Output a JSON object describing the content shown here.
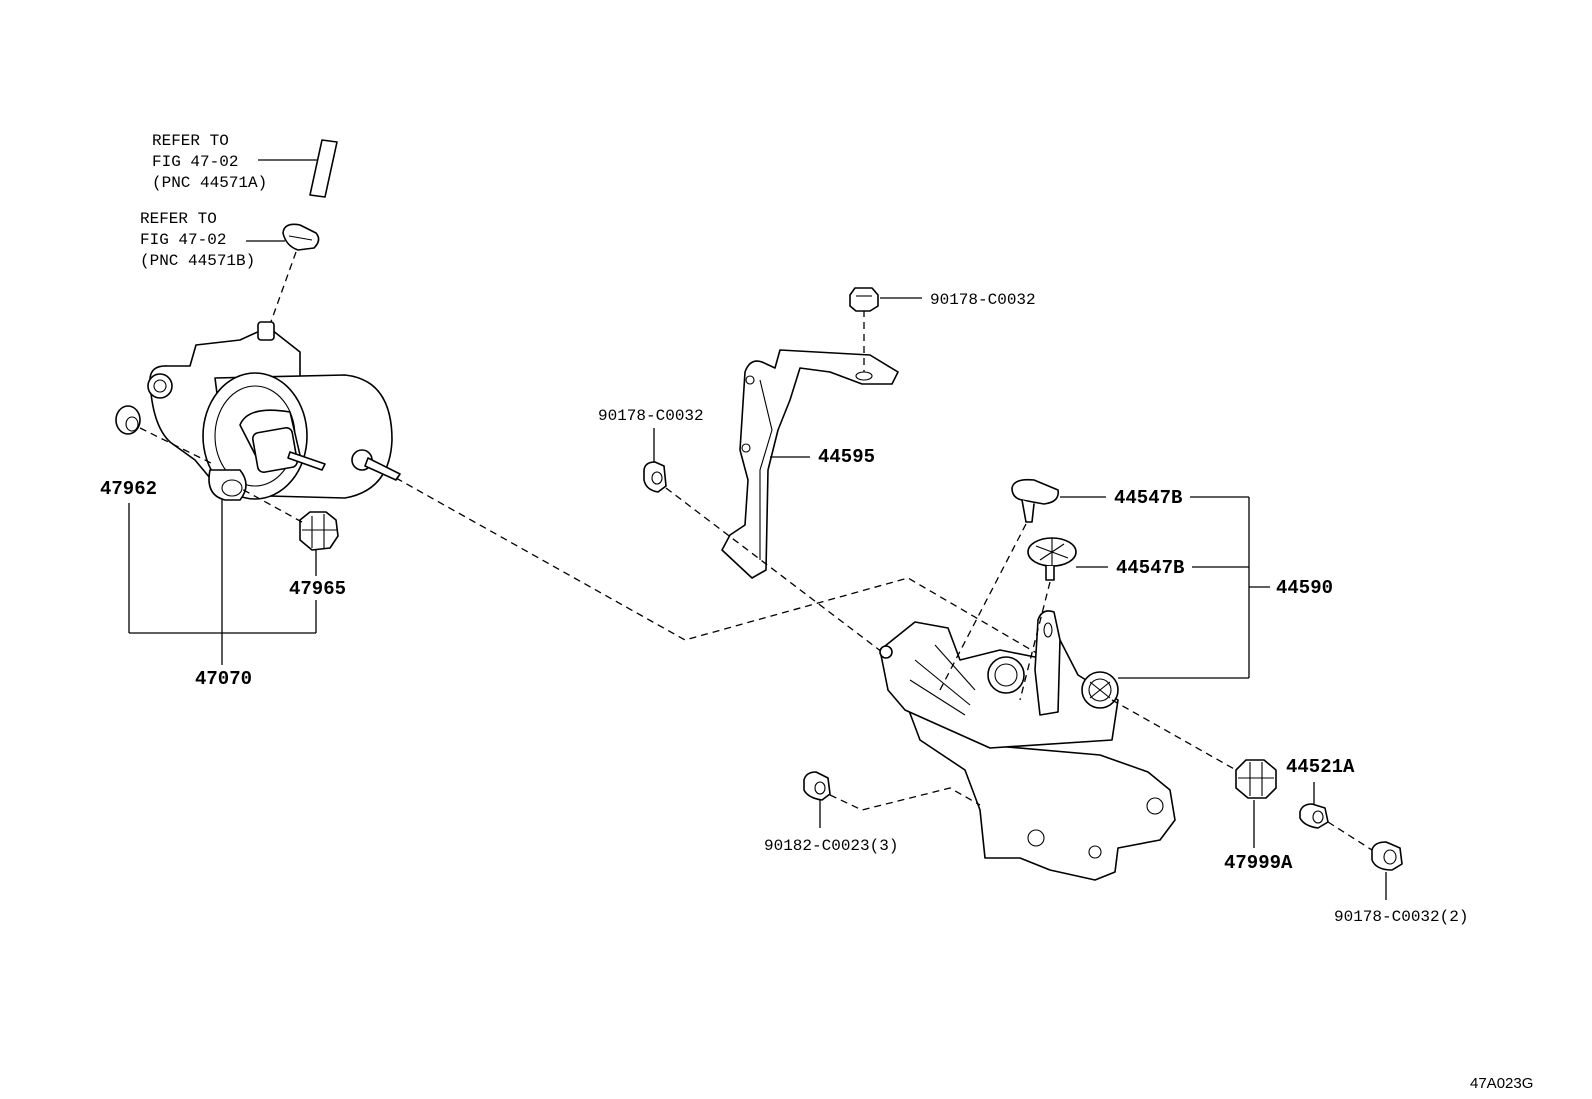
{
  "references": [
    {
      "line1": "REFER TO",
      "line2": "FIG 47-02",
      "line3": "(PNC 44571A)"
    },
    {
      "line1": "REFER TO",
      "line2": "FIG 47-02",
      "line3": "(PNC 44571B)"
    }
  ],
  "parts": {
    "p47962": "47962",
    "p47965": "47965",
    "p47070": "47070",
    "p90178_top": "90178-C0032",
    "p90178_left": "90178-C0032",
    "p44595": "44595",
    "p44547B_1": "44547B",
    "p44547B_2": "44547B",
    "p44590": "44590",
    "p44521A": "44521A",
    "p47999A": "47999A",
    "p90182": "90182-C0023(3)",
    "p90178_2": "90178-C0032(2)"
  },
  "figure_code": "47A023G"
}
